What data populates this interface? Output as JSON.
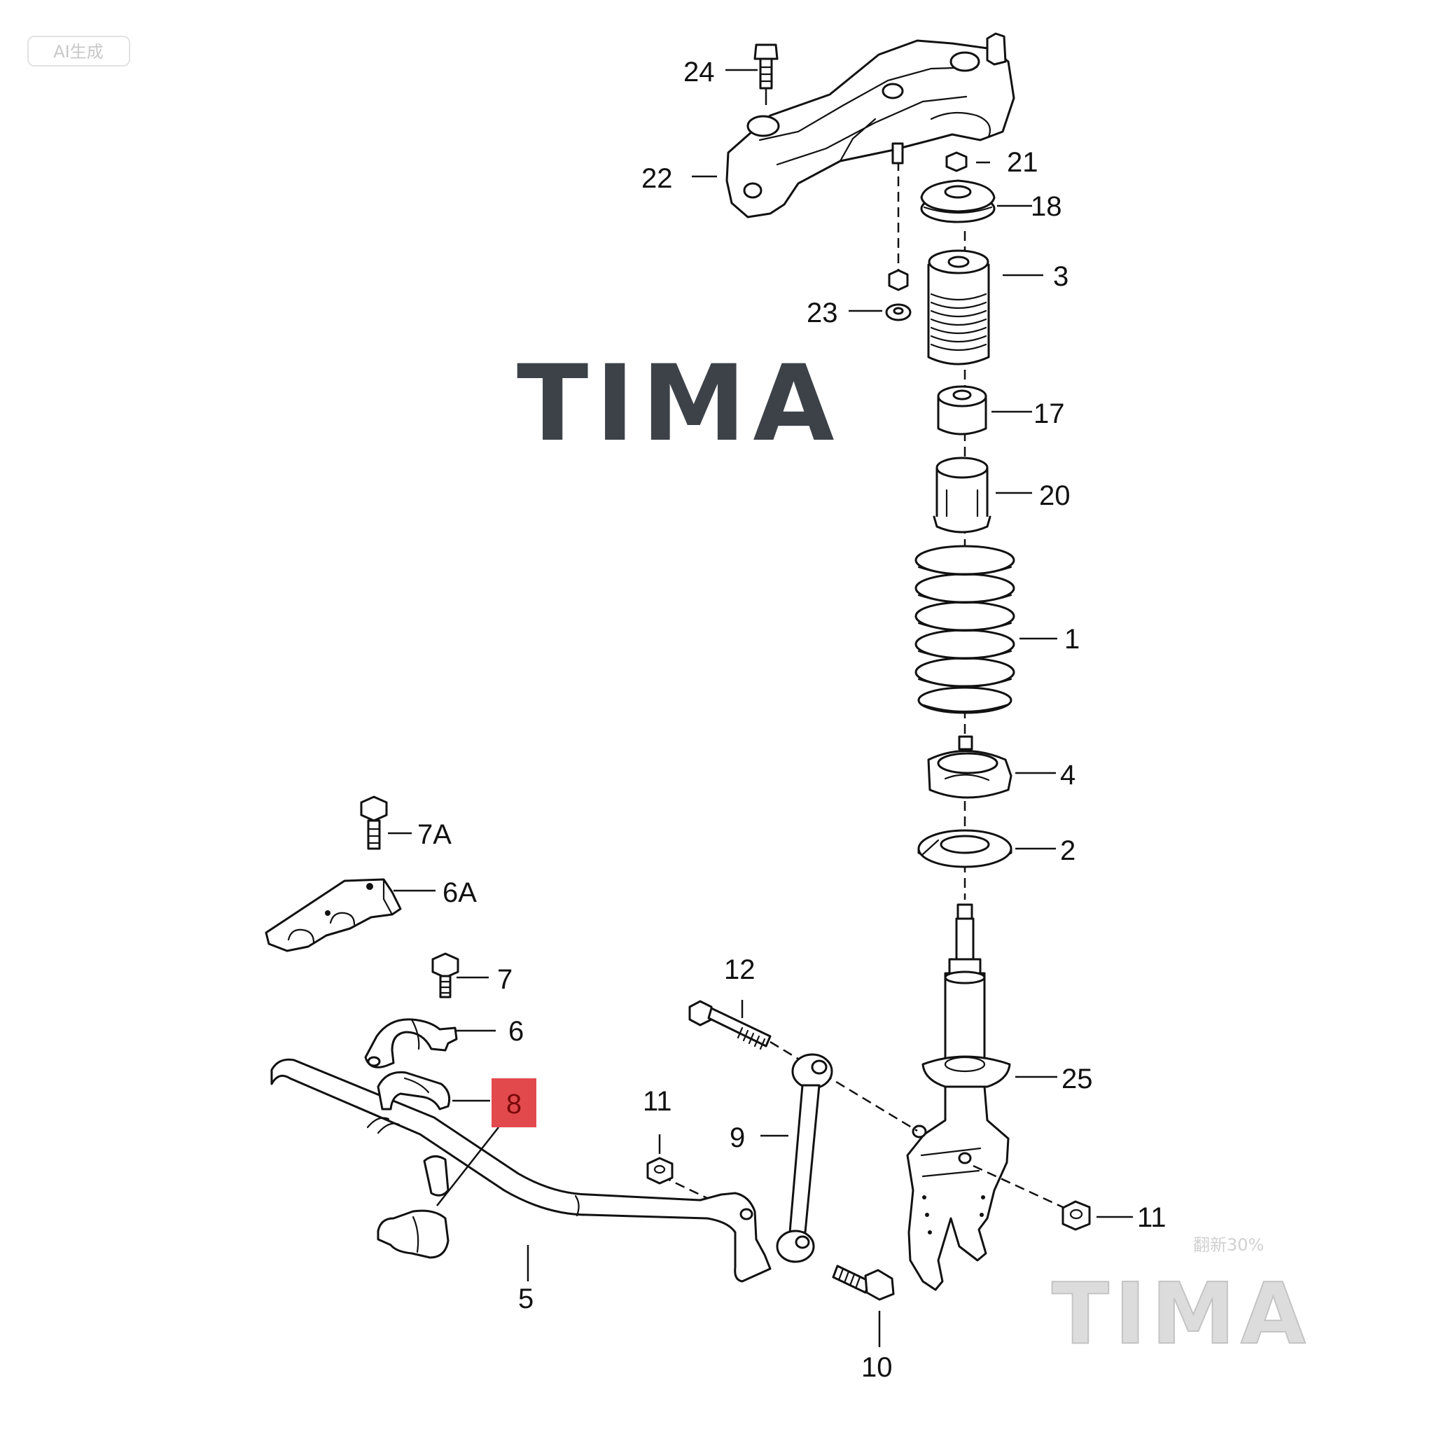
{
  "watermarks": {
    "main": "TIMA",
    "corner": "TIMA",
    "corner_small": "翻新30%",
    "badge": "AI生成"
  },
  "colors": {
    "highlight_box": "#e2494d",
    "highlight_text": "#7a0a0a",
    "line": "#111111",
    "watermark_dark": "#3c4248",
    "watermark_light": "#dcdcdc"
  },
  "callouts": {
    "c24": "24",
    "c22": "22",
    "c21": "21",
    "c18": "18",
    "c3": "3",
    "c23": "23",
    "c17": "17",
    "c20": "20",
    "c1": "1",
    "c4": "4",
    "c2": "2",
    "c7A": "7A",
    "c6A": "6A",
    "c7": "7",
    "c6": "6",
    "c8": "8",
    "c12": "12",
    "c25": "25",
    "c11a": "11",
    "c9": "9",
    "c11b": "11",
    "c5": "5",
    "c10": "10"
  }
}
